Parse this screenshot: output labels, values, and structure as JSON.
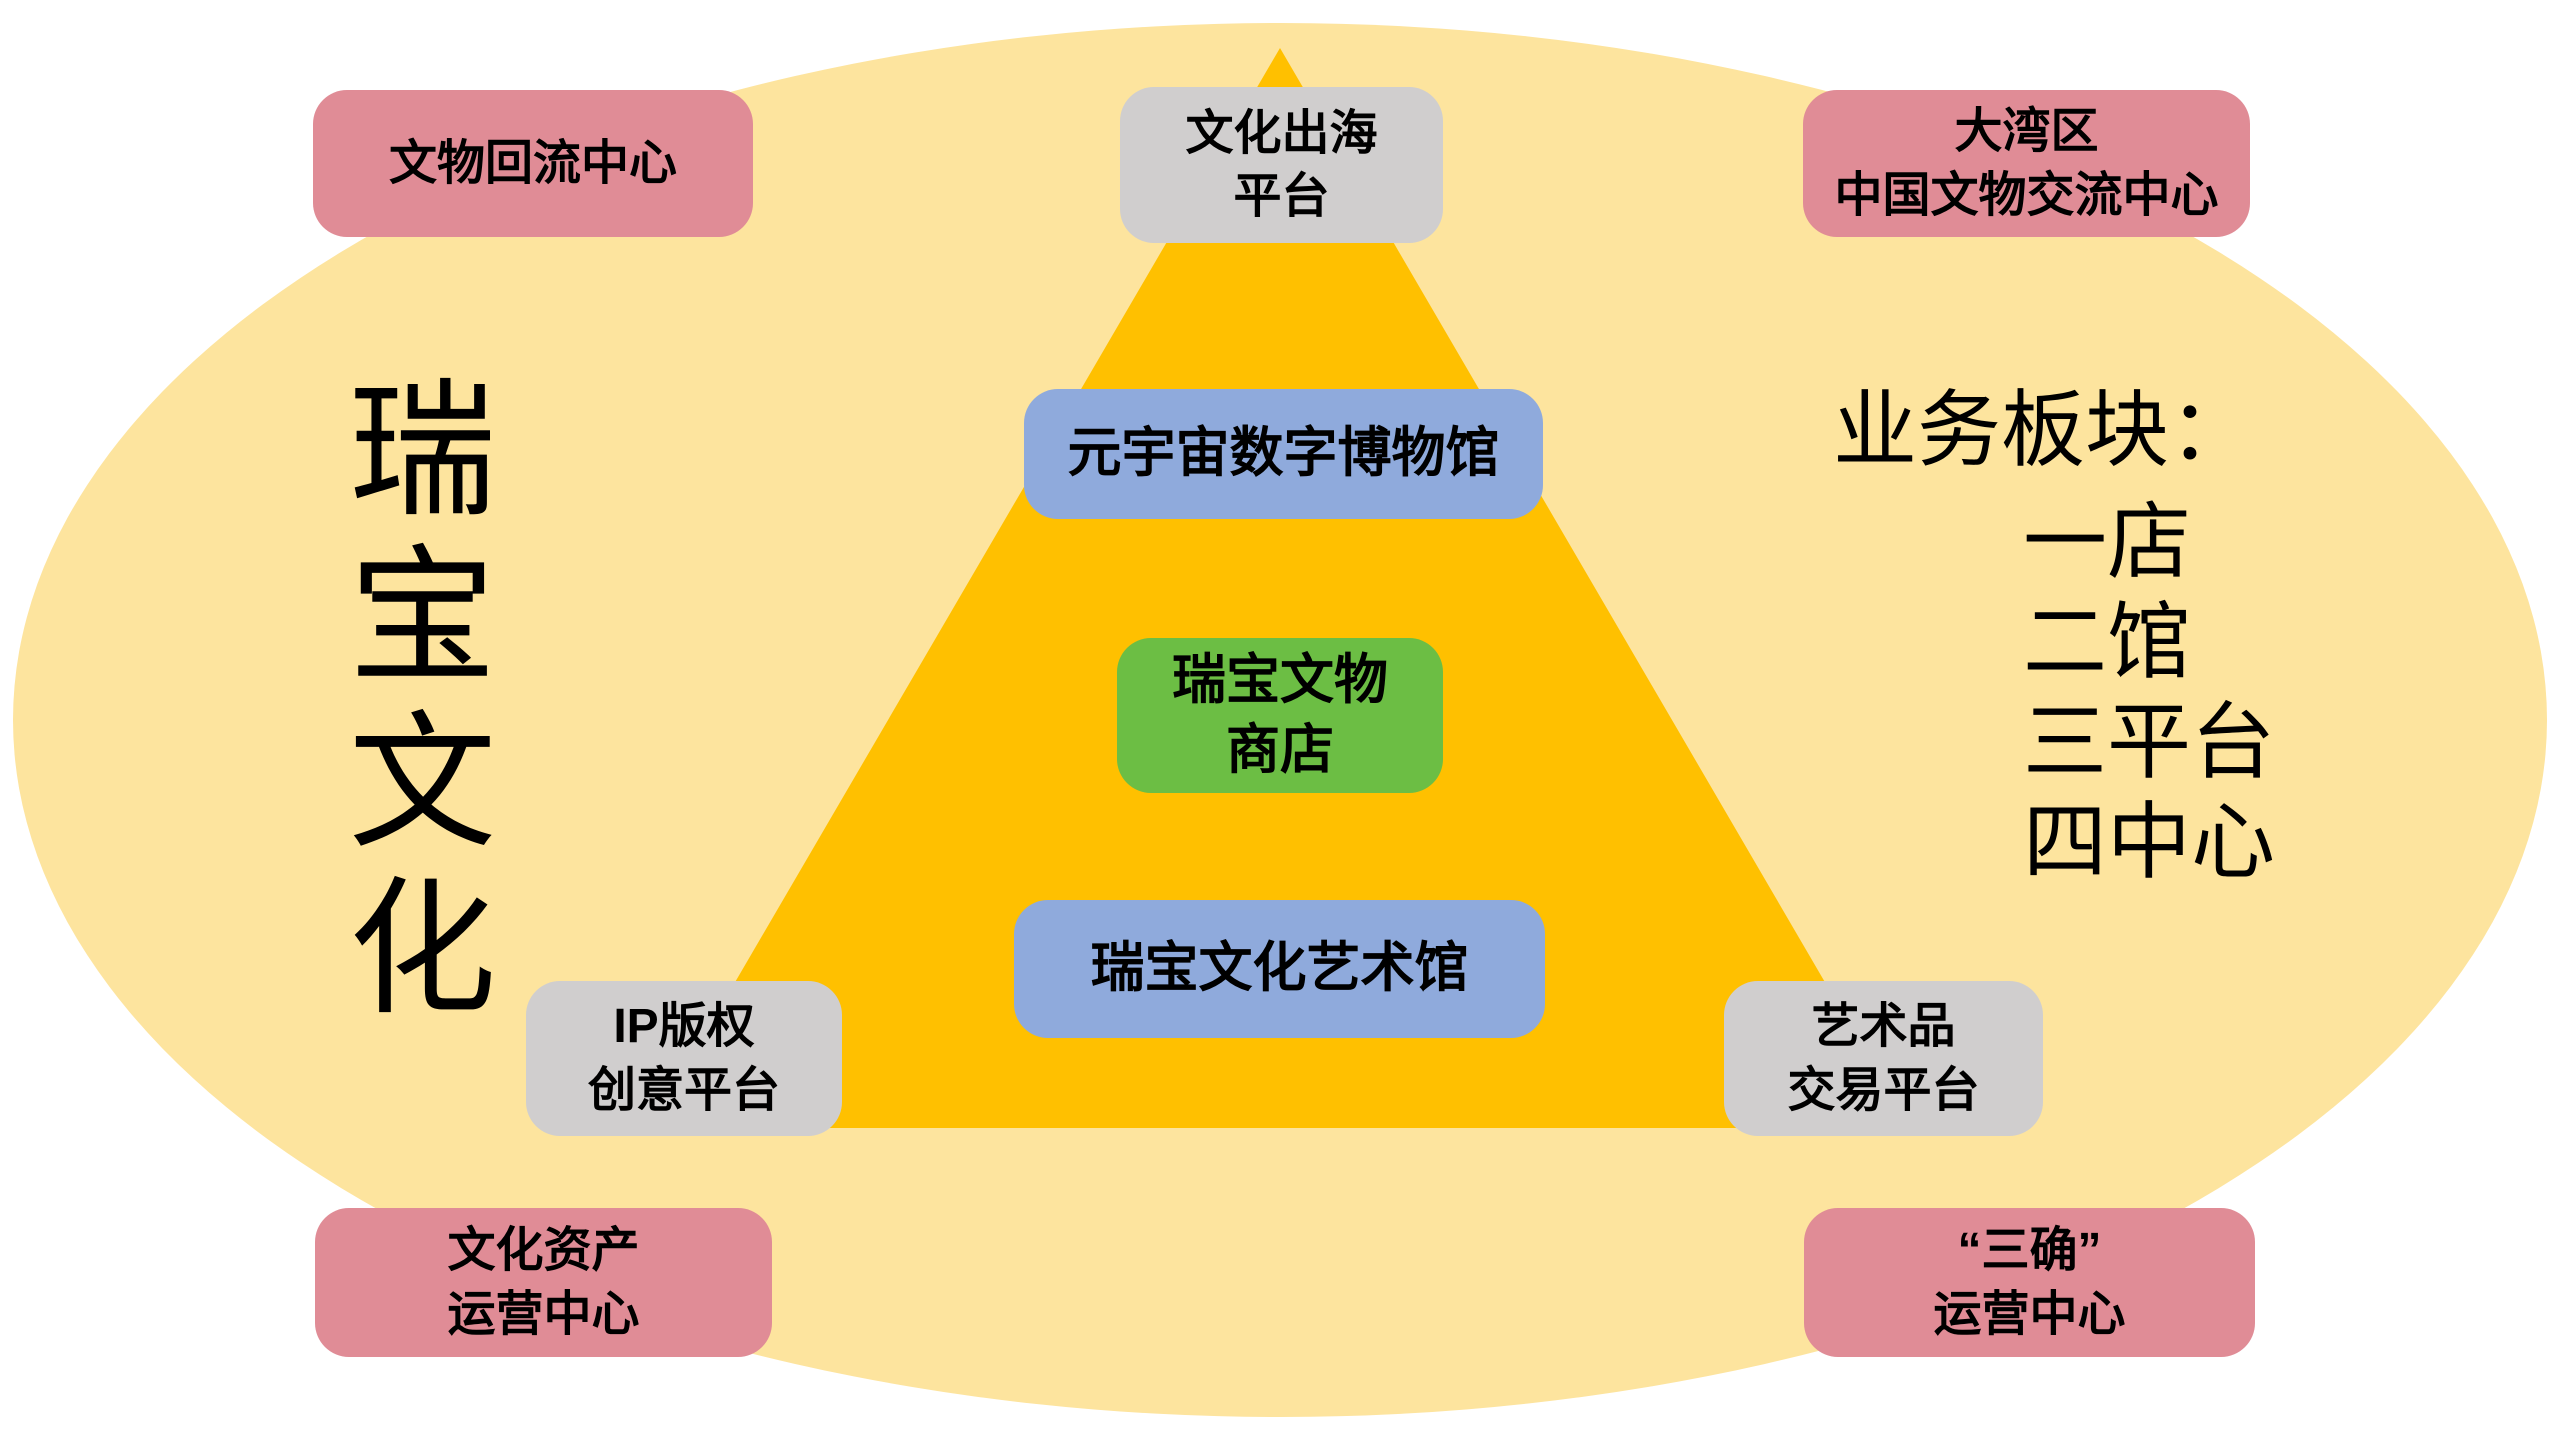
{
  "colors": {
    "background": "#FFFFFF",
    "ellipse": "#FDE49E",
    "triangle": "#FFC000",
    "pink": "#E08C96",
    "gray": "#D0CECE",
    "blue": "#8FAADC",
    "green": "#6CBE44",
    "text": "#000000"
  },
  "brand": {
    "vertical_title": "瑞宝文化"
  },
  "business_summary": {
    "title": "业务板块：",
    "items": [
      "一店",
      "二馆",
      "三平台",
      "四中心"
    ]
  },
  "nodes": {
    "relic_return_center": {
      "lines": [
        "文物回流中心"
      ]
    },
    "culture_export_platform": {
      "lines": [
        "文化出海",
        "平台"
      ]
    },
    "gba_relics_exchange_center": {
      "lines": [
        "大湾区",
        "中国文物交流中心"
      ]
    },
    "metaverse_digital_museum": {
      "lines": [
        "元宇宙数字博物馆"
      ]
    },
    "ruibao_relics_store": {
      "lines": [
        "瑞宝文物",
        "商店"
      ]
    },
    "ruibao_culture_art_gallery": {
      "lines": [
        "瑞宝文化艺术馆"
      ]
    },
    "ip_copyright_creative_platform": {
      "lines": [
        "IP版权",
        "创意平台"
      ]
    },
    "artwork_trading_platform": {
      "lines": [
        "艺术品",
        "交易平台"
      ]
    },
    "culture_asset_operation_center": {
      "lines": [
        "文化资产",
        "运营中心"
      ]
    },
    "sanque_operation_center": {
      "lines": [
        "“三确”",
        "运营中心"
      ]
    }
  }
}
